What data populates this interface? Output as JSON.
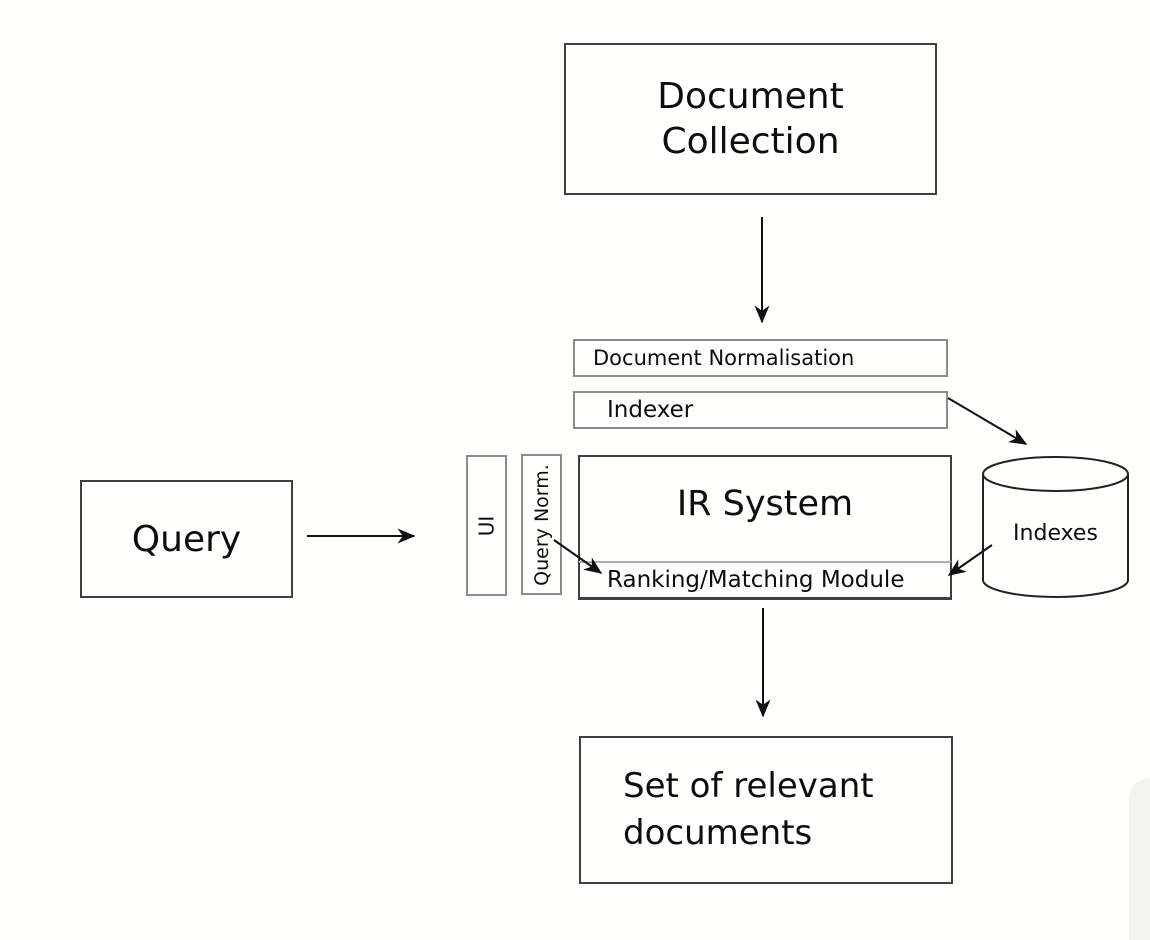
{
  "colors": {
    "background": "#fffffe",
    "line": "#111111",
    "box_border_dark": "#3f3f3f",
    "box_border_gray": "#8c8c8c",
    "ranking_top_border": "#adadad",
    "text": "#0d0d0d",
    "edge_strip": "#f3f3f1"
  },
  "nodes": {
    "document_collection": {
      "lines": [
        "Document",
        "Collection"
      ]
    },
    "document_normalisation": {
      "label": "Document Normalisation"
    },
    "indexer": {
      "label": "Indexer"
    },
    "ui": {
      "label": "UI"
    },
    "query_norm": {
      "label": "Query Norm."
    },
    "ir_system": {
      "label": "IR System"
    },
    "ranking_module": {
      "label": "Ranking/Matching Module"
    },
    "query": {
      "label": "Query"
    },
    "indexes": {
      "label": "Indexes",
      "shape": "cylinder"
    },
    "relevant_documents": {
      "lines": [
        "Set of relevant",
        "documents"
      ]
    }
  },
  "edges": [
    {
      "from": "document-collection",
      "to": "document-normalisation",
      "type": "arrow"
    },
    {
      "from": "indexer",
      "to": "indexes",
      "type": "arrow"
    },
    {
      "from": "query",
      "to": "ui",
      "type": "arrow"
    },
    {
      "from": "query-norm",
      "to": "ranking-matching-module",
      "type": "arrow"
    },
    {
      "from": "indexes",
      "to": "ranking-matching-module",
      "type": "arrow"
    },
    {
      "from": "ranking-matching-module",
      "to": "set-of-relevant-documents",
      "type": "arrow"
    }
  ]
}
